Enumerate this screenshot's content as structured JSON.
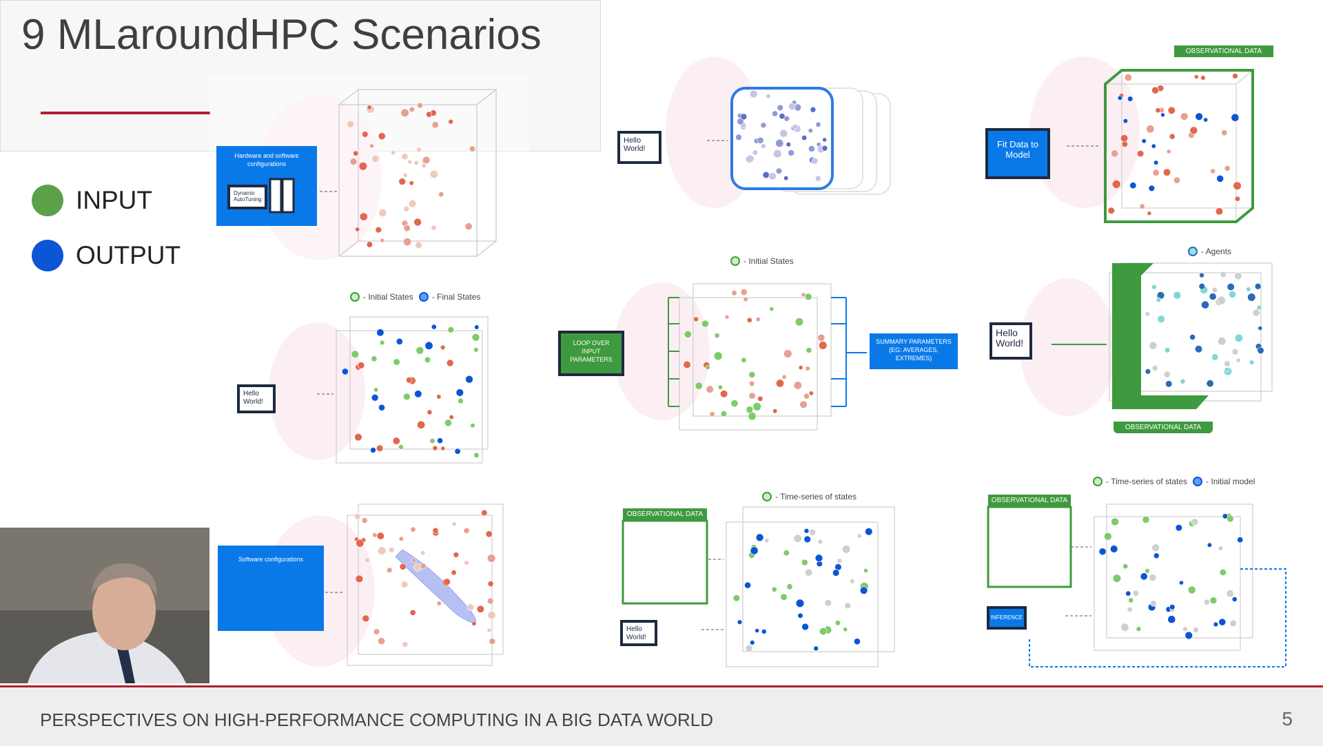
{
  "slide": {
    "title": "9 MLaroundHPC Scenarios",
    "footer": "PERSPECTIVES ON HIGH-PERFORMANCE COMPUTING IN A BIG DATA WORLD",
    "page_number": "5"
  },
  "legend": {
    "input_label": "INPUT",
    "output_label": "OUTPUT",
    "input_color": "#5aa14a",
    "output_color": "#0b55d6"
  },
  "panels": {
    "p1": {
      "box_text": "Hardware and software configurations",
      "monitor_text": "Dynamic AutoTuning"
    },
    "p2": {
      "monitor_text": "Hello World!"
    },
    "p3": {
      "box_text": "Fit Data to Model",
      "tab": "OBSERVATIONAL DATA"
    },
    "p4": {
      "legend_initial": "- Initial States",
      "legend_final": "- Final States",
      "monitor_text": "Hello World!"
    },
    "p5": {
      "legend_initial": "- Initial States",
      "box_left": "LOOP OVER INPUT PARAMETERS",
      "box_right": "SUMMARY PARAMETERS (EG: AVERAGES, EXTREMES)"
    },
    "p6": {
      "legend_agents": "- Agents",
      "monitor_text": "Hello World!",
      "tab": "OBSERVATIONAL DATA"
    },
    "p7": {
      "box_text": "Software configurations"
    },
    "p8": {
      "legend_series": "- Time-series of states",
      "tab": "OBSERVATIONAL DATA",
      "monitor_text": "Hello World!"
    },
    "p9": {
      "legend_series": "- Time-series of states",
      "legend_model": "- Initial model",
      "tab": "OBSERVATIONAL DATA",
      "box_text": "INFERENCE"
    }
  },
  "colors": {
    "blue_box": "#0a79e8",
    "green_box": "#3e9a3e",
    "particle_red": "#e2674f",
    "particle_grey": "#d9d3d0",
    "accent_red": "#b01f2e"
  }
}
